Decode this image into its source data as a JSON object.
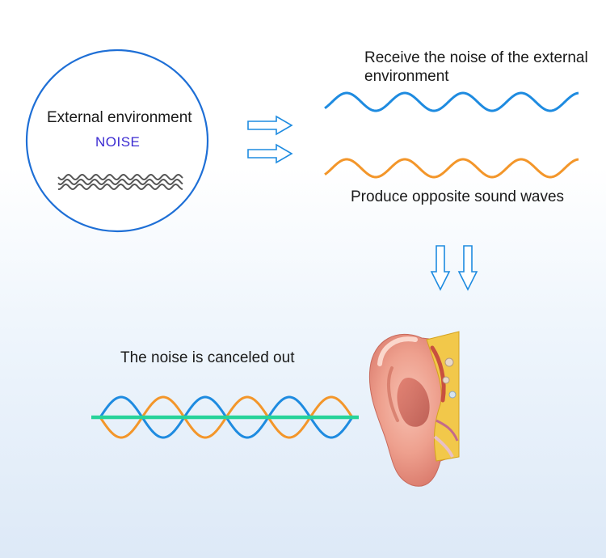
{
  "external": {
    "title": "External environment",
    "noise_label": "NOISE"
  },
  "receive": {
    "label": "Receive the noise of the external environment"
  },
  "produce": {
    "label": "Produce opposite sound waves"
  },
  "result": {
    "label": "The noise is canceled out"
  },
  "colors": {
    "circle": "#1e6fd6",
    "noise_text": "#3b2bd1",
    "noise_wave": "#555555",
    "blue_wave": "#1e8be0",
    "orange_wave": "#f3962a",
    "flat_line": "#27d39a",
    "arrow": "#1e8be0"
  },
  "icons": {
    "right_arrows": "hollow-right-arrow-icon",
    "down_arrows": "hollow-down-arrow-icon",
    "ear": "ear-anatomy-icon"
  }
}
